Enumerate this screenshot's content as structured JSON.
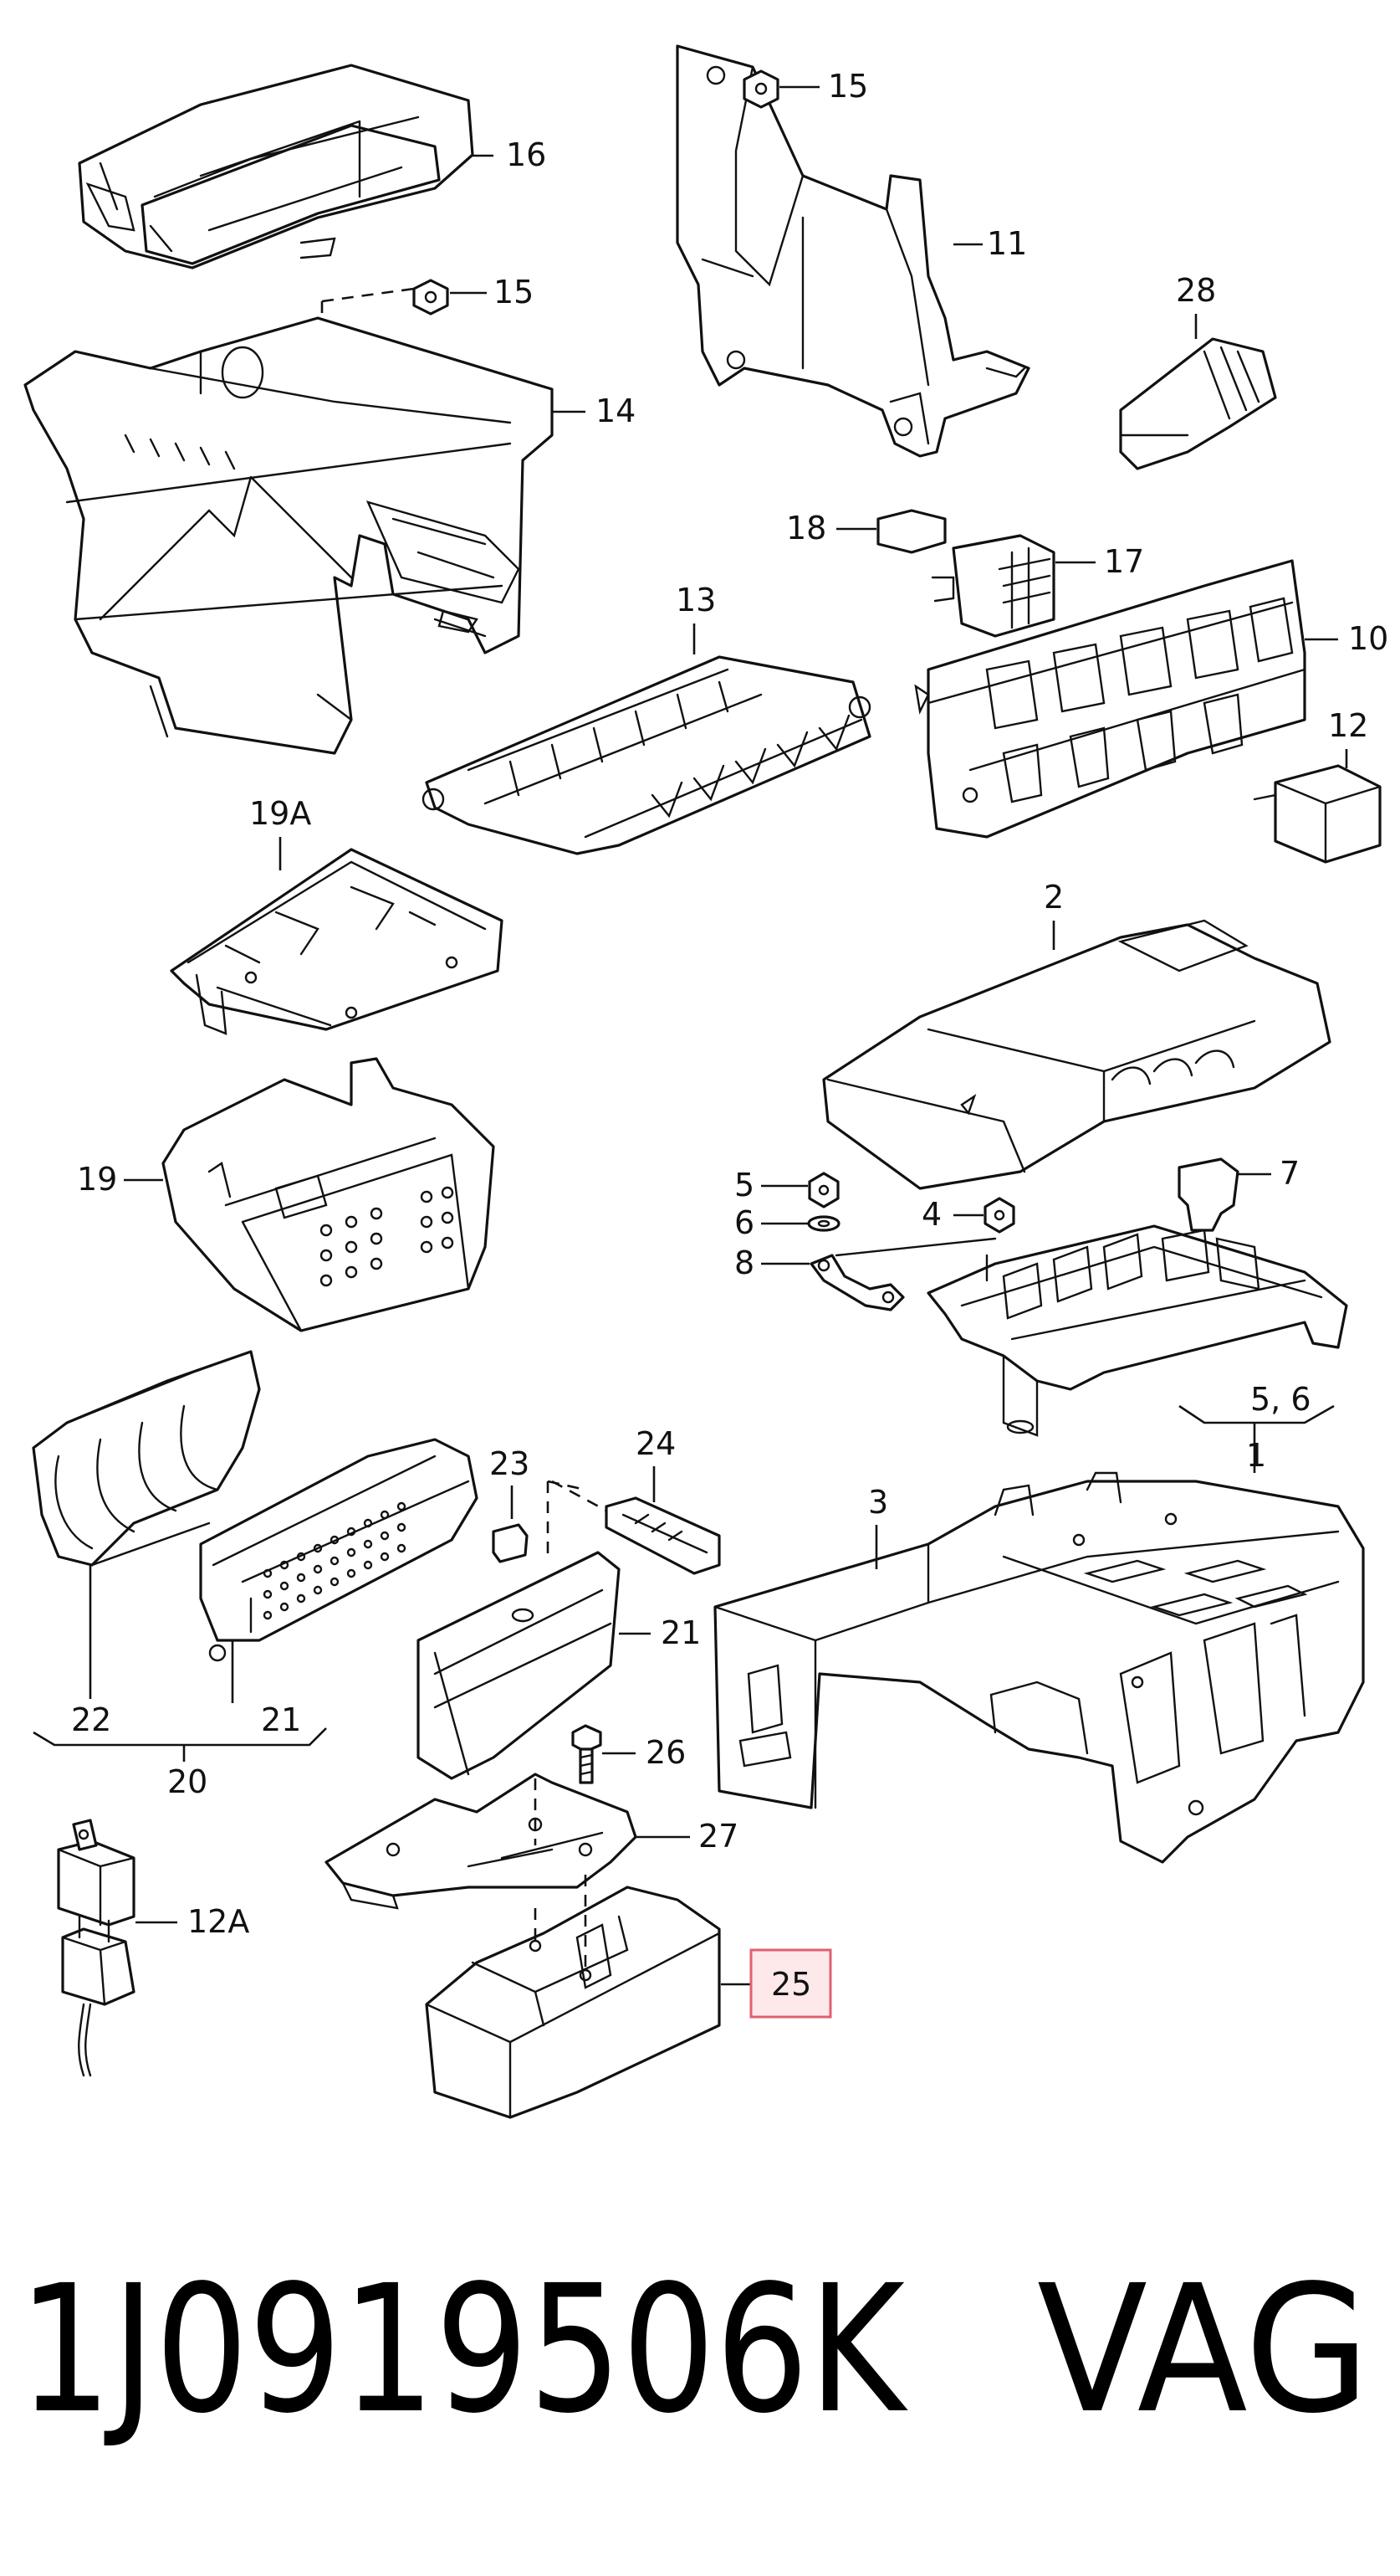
{
  "part_number": "1J0919506K",
  "brand": "VAG",
  "highlight_color": "#e06070",
  "callouts": {
    "c15a": "15",
    "c16": "16",
    "c15b": "15",
    "c11": "11",
    "c14": "14",
    "c28": "28",
    "c18": "18",
    "c17": "17",
    "c13": "13",
    "c10": "10",
    "c12": "12",
    "c19a": "19A",
    "c2": "2",
    "c19": "19",
    "c5": "5",
    "c7": "7",
    "c6": "6",
    "c4": "4",
    "c8": "8",
    "c56": "5, 6",
    "c1": "1",
    "c24": "24",
    "c23": "23",
    "c3": "3",
    "c22": "22",
    "c21a": "21",
    "c21b": "21",
    "c20": "20",
    "c26": "26",
    "c27": "27",
    "c12a": "12A",
    "c25": "25"
  }
}
